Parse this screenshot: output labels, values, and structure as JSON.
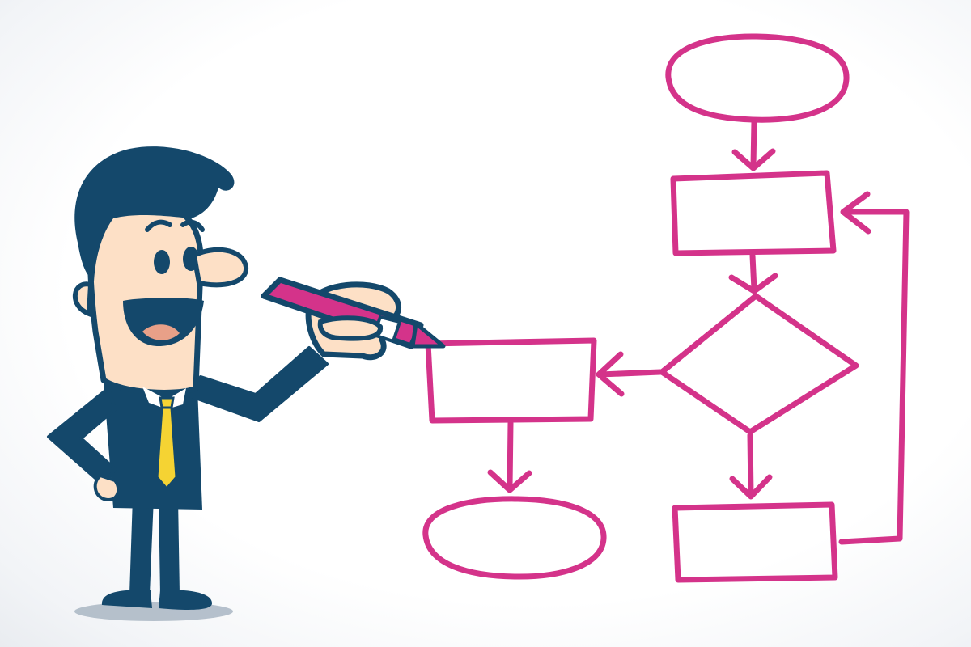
{
  "colors": {
    "flowchart_stroke": "#d4338a",
    "figure_outline": "#14486b",
    "hair": "#14486b",
    "suit": "#14486b",
    "skin": "#fde0c6",
    "mouth": "#14486b",
    "tongue": "#e8a088",
    "tie": "#f5d333",
    "marker_body": "#d4338a",
    "marker_tip_band": "#ffffff",
    "ground_shadow": "#a9b6c3",
    "background": "#ffffff"
  },
  "flowchart": {
    "shapes": [
      "start-oval",
      "process-box",
      "decision-diamond",
      "side-process-box",
      "end-oval",
      "bottom-process-box"
    ],
    "arrows": [
      "start-to-process",
      "process-to-decision",
      "decision-to-side-box",
      "side-box-to-end",
      "decision-to-bottom-box",
      "loop-back-to-process"
    ]
  },
  "character": {
    "description_icons": [
      "cartoon-businessman",
      "marker-pen"
    ]
  }
}
